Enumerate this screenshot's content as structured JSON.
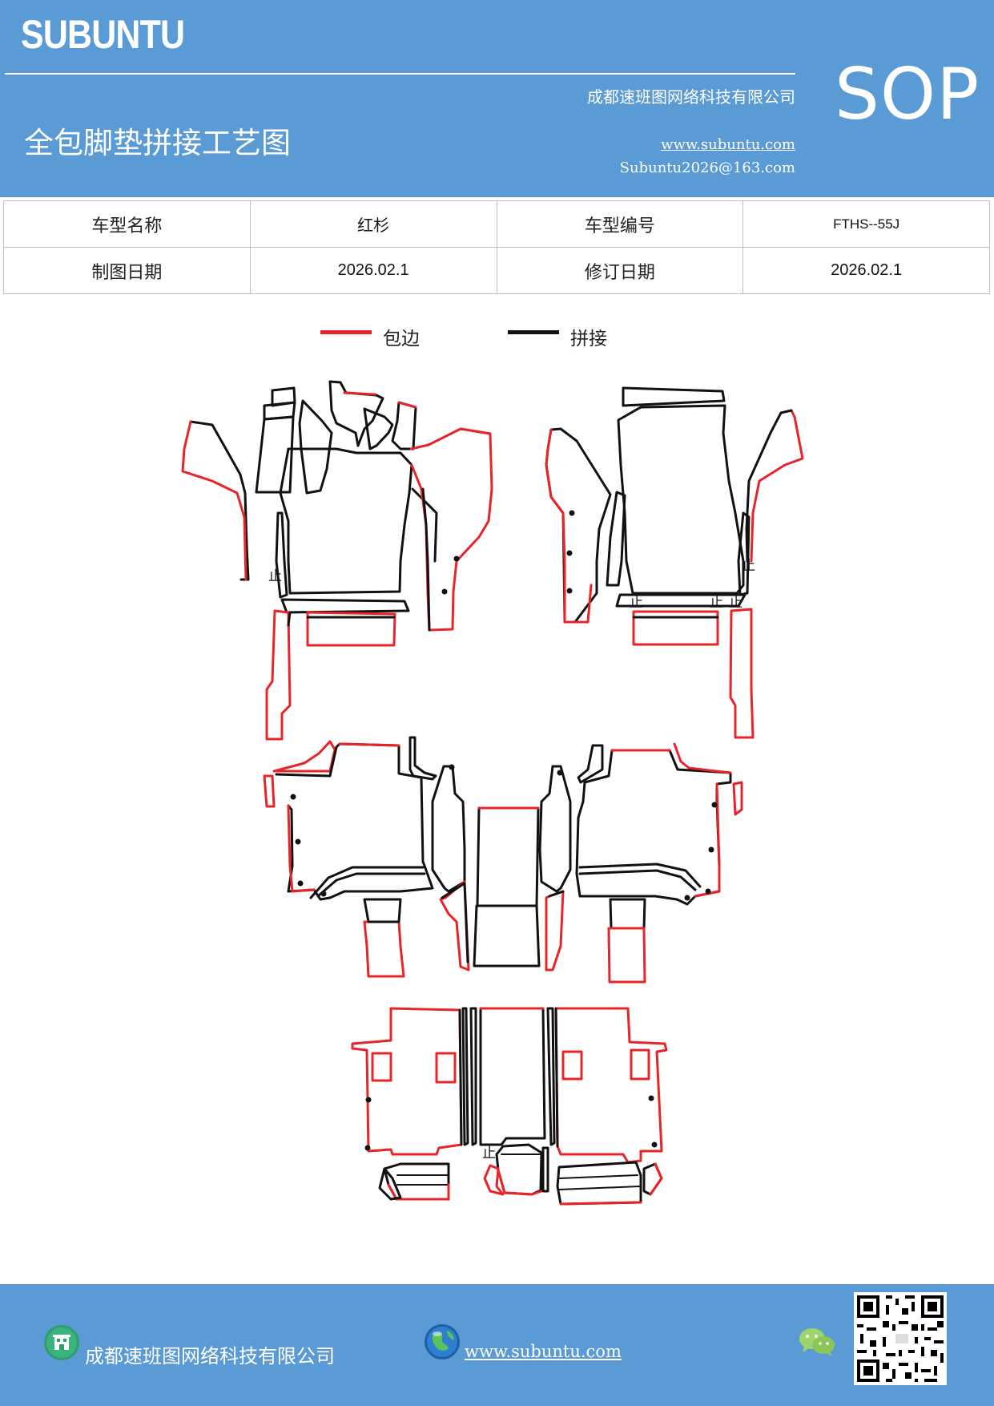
{
  "header": {
    "brand": "SUBUNTU",
    "company": "成都速班图网络科技有限公司",
    "title": "全包脚垫拼接工艺图",
    "website": "www.subuntu.com",
    "email": "Subuntu2026@163.com",
    "badge": "SOP"
  },
  "info_table": {
    "rows": [
      [
        "车型名称",
        "红杉",
        "车型编号",
        "FTHS--55J"
      ],
      [
        "制图日期",
        "2026.02.1",
        "修订日期",
        "2026.02.1"
      ]
    ]
  },
  "legend": {
    "items": [
      {
        "label": "包边",
        "color": "#e8242a"
      },
      {
        "label": "拼接",
        "color": "#111111"
      }
    ]
  },
  "diagram": {
    "stop_mark": "止"
  },
  "footer": {
    "company": "成都速班图网络科技有限公司",
    "website": "www.subuntu.com",
    "icons": [
      "building-icon",
      "globe-icon",
      "wechat-icon",
      "qr-code"
    ]
  },
  "colors": {
    "header_bg": "#5b9bd5",
    "edge_red": "#e8242a",
    "seam_black": "#111111"
  }
}
